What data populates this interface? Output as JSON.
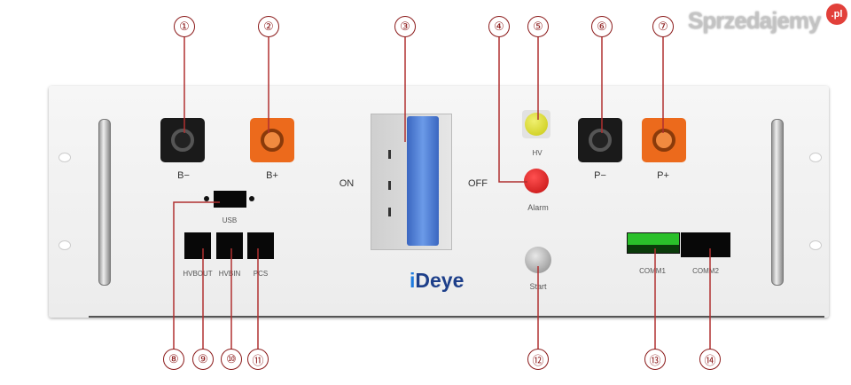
{
  "panel": {
    "connectors": {
      "b_minus": "B−",
      "b_plus": "B+",
      "p_minus": "P−",
      "p_plus": "P+"
    },
    "breaker": {
      "on": "ON",
      "off": "OFF"
    },
    "indicators": {
      "hv": "HV",
      "alarm": "Alarm"
    },
    "start": "Start",
    "usb": "USB",
    "ports": [
      "HVBOUT",
      "HVBIN",
      "PCS"
    ],
    "comm": [
      "COMM1",
      "COMM2"
    ],
    "brand": {
      "i": "i",
      "rest": "Deye"
    }
  },
  "callouts": [
    "①",
    "②",
    "③",
    "④",
    "⑤",
    "⑥",
    "⑦",
    "⑧",
    "⑨",
    "⑩",
    "⑪",
    "⑫",
    "⑬",
    "⑭"
  ],
  "watermark": {
    "text": "Sprzedajemy",
    "badge": ".pl"
  },
  "colors": {
    "callout": "#8b1a1a",
    "orange": "#ec6a1c",
    "breaker_toggle": "#4a7fd6",
    "hv_light": "#d8d820",
    "alarm_light": "#d81818",
    "comm1": "#22b022"
  }
}
